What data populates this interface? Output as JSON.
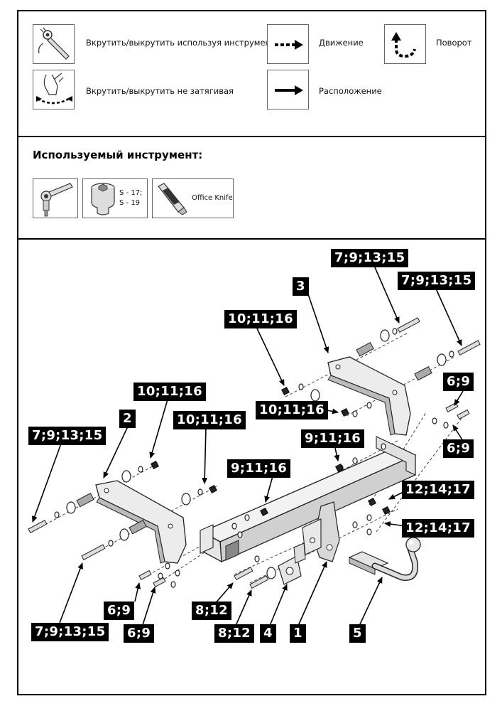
{
  "legend": {
    "items": [
      {
        "icon": "wrench-tighten-icon",
        "text": "Вкрутить/выкрутить используя инструмент"
      },
      {
        "icon": "hand-screw-icon",
        "text": "Вкрутить/выкрутить не затягивая"
      },
      {
        "icon": "dashed-arrow-icon",
        "text": "Движение"
      },
      {
        "icon": "solid-arrow-icon",
        "text": "Расположение"
      },
      {
        "icon": "rotate-arrow-icon",
        "text": "Поворот"
      }
    ]
  },
  "tools": {
    "title": "Используемый инструмент:",
    "items": [
      {
        "icon": "ratchet-icon",
        "text": ""
      },
      {
        "icon": "socket-icon",
        "line1": "S - 17;",
        "line2": "S - 19"
      },
      {
        "icon": "office-knife-icon",
        "text": "Office Knife"
      }
    ]
  },
  "callouts": [
    {
      "id": "c1",
      "text": "7;9;13;15"
    },
    {
      "id": "c2",
      "text": "3"
    },
    {
      "id": "c3",
      "text": "7;9;13;15"
    },
    {
      "id": "c4",
      "text": "10;11;16"
    },
    {
      "id": "c5",
      "text": "6;9"
    },
    {
      "id": "c6",
      "text": "10;11;16"
    },
    {
      "id": "c7",
      "text": "10;11;16"
    },
    {
      "id": "c8",
      "text": "2"
    },
    {
      "id": "c9",
      "text": "10;11;16"
    },
    {
      "id": "c10",
      "text": "9;11;16"
    },
    {
      "id": "c11",
      "text": "6;9"
    },
    {
      "id": "c12",
      "text": "7;9;13;15"
    },
    {
      "id": "c13",
      "text": "9;11;16"
    },
    {
      "id": "c14",
      "text": "12;14;17"
    },
    {
      "id": "c15",
      "text": "12;14;17"
    },
    {
      "id": "c16",
      "text": "6;9"
    },
    {
      "id": "c17",
      "text": "8;12"
    },
    {
      "id": "c18",
      "text": "6;9"
    },
    {
      "id": "c19",
      "text": "8;12"
    },
    {
      "id": "c20",
      "text": "4"
    },
    {
      "id": "c21",
      "text": "1"
    },
    {
      "id": "c22",
      "text": "5"
    },
    {
      "id": "c23",
      "text": "7;9;13;15"
    }
  ]
}
